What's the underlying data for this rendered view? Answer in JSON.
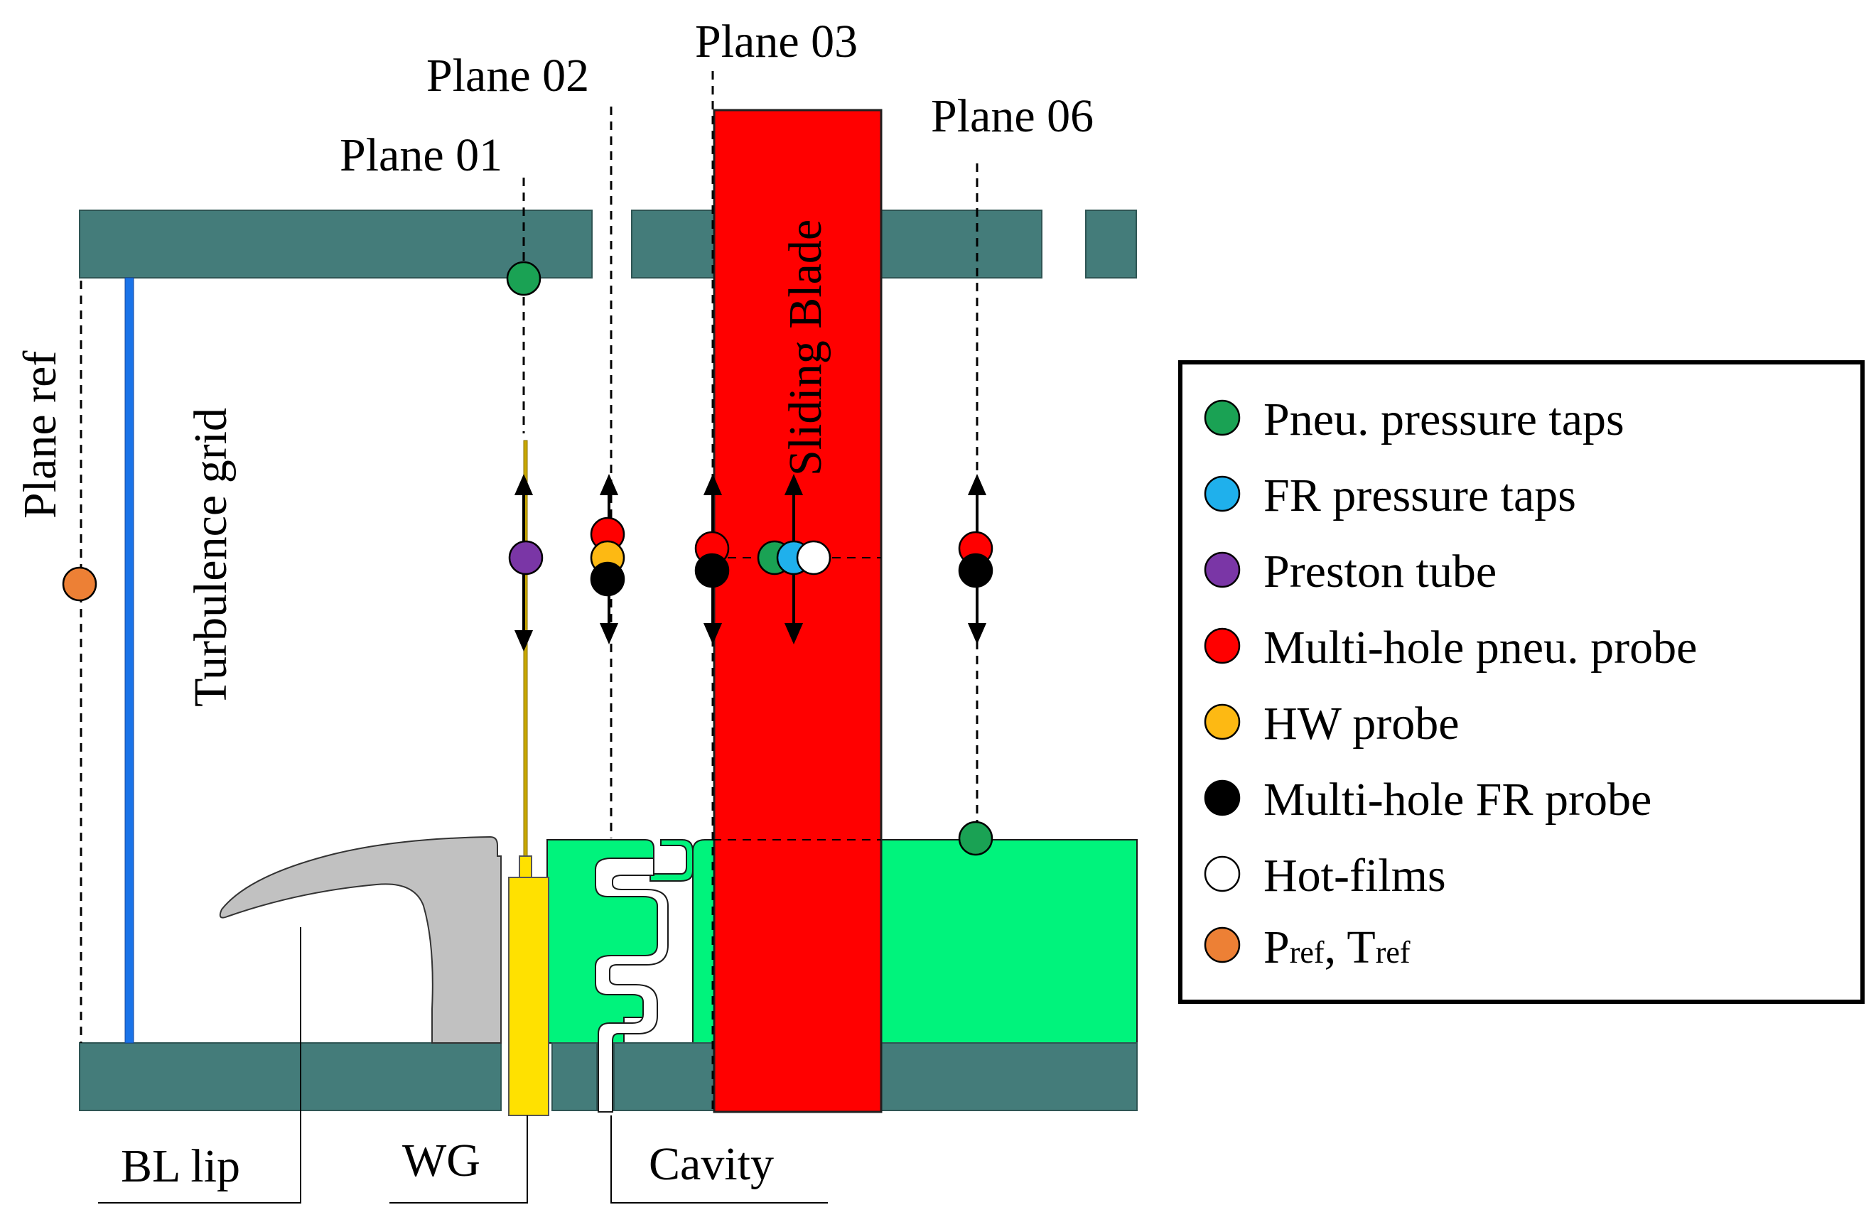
{
  "planes": {
    "ref": "Plane ref",
    "p01": "Plane 01",
    "p02": "Plane 02",
    "p03": "Plane 03",
    "p06": "Plane 06"
  },
  "components": {
    "turbulence_grid": "Turbulence grid",
    "sliding_blade": "Sliding Blade",
    "bl_lip": "BL lip",
    "wg": "WG",
    "cavity": "Cavity"
  },
  "legend": {
    "items": [
      {
        "label": "Pneu. pressure taps",
        "color": "#1aa254"
      },
      {
        "label": "FR pressure taps",
        "color": "#1fb0ec"
      },
      {
        "label": "Preston tube",
        "color": "#7a36a6"
      },
      {
        "label": "Multi-hole pneu. probe",
        "color": "#ff0000"
      },
      {
        "label": "HW probe",
        "color": "#fdb913"
      },
      {
        "label": "Multi-hole FR probe",
        "color": "#000000"
      },
      {
        "label": "Hot-films",
        "color": "#ffffff"
      }
    ],
    "pref_main": "P",
    "pref_sub": "ref",
    "pref_sep": ", ",
    "tref_main": "T",
    "tref_sub": "ref",
    "pref_color": "#ed8035"
  },
  "colors": {
    "wall": "#447c7a",
    "green_block": "#00f37c",
    "blade": "#ff0000",
    "lip": "#c1c1c1",
    "wg": "#ffe100",
    "grid": "#1a73e8"
  }
}
